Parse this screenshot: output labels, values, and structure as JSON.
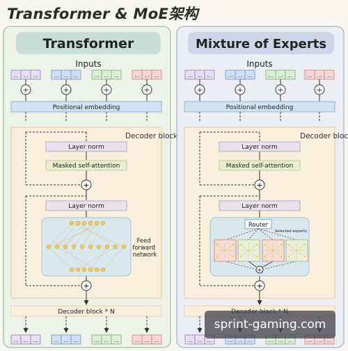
{
  "page_title": "Transformer & MoE架构",
  "panels": [
    {
      "header": "Transformer",
      "inputs_label": "Inputs",
      "pos_embedding": "Positional embedding",
      "block_label": "Decoder block",
      "layer_norm_1": "Layer norm",
      "attention": "Masked self-attention",
      "layer_norm_2": "Layer norm",
      "ffn_label": "Feed forward network",
      "repeat_label": "Decoder block * N"
    },
    {
      "header": "Mixture of Experts",
      "inputs_label": "Inputs",
      "pos_embedding": "Positional embedding",
      "block_label": "Decoder block",
      "layer_norm_1": "Layer norm",
      "attention": "Masked self-attention",
      "layer_norm_2": "Layer norm",
      "router_label": "Router",
      "selected_label": "Selected experts",
      "repeat_label": "Decoder block * N"
    }
  ],
  "token_placeholder": "...",
  "plus_symbol": "+",
  "token_colors": [
    "#e7dff3",
    "#cfe0f6",
    "#d9efd6",
    "#f7d8d6"
  ],
  "watermark": "sprint-gaming.com"
}
